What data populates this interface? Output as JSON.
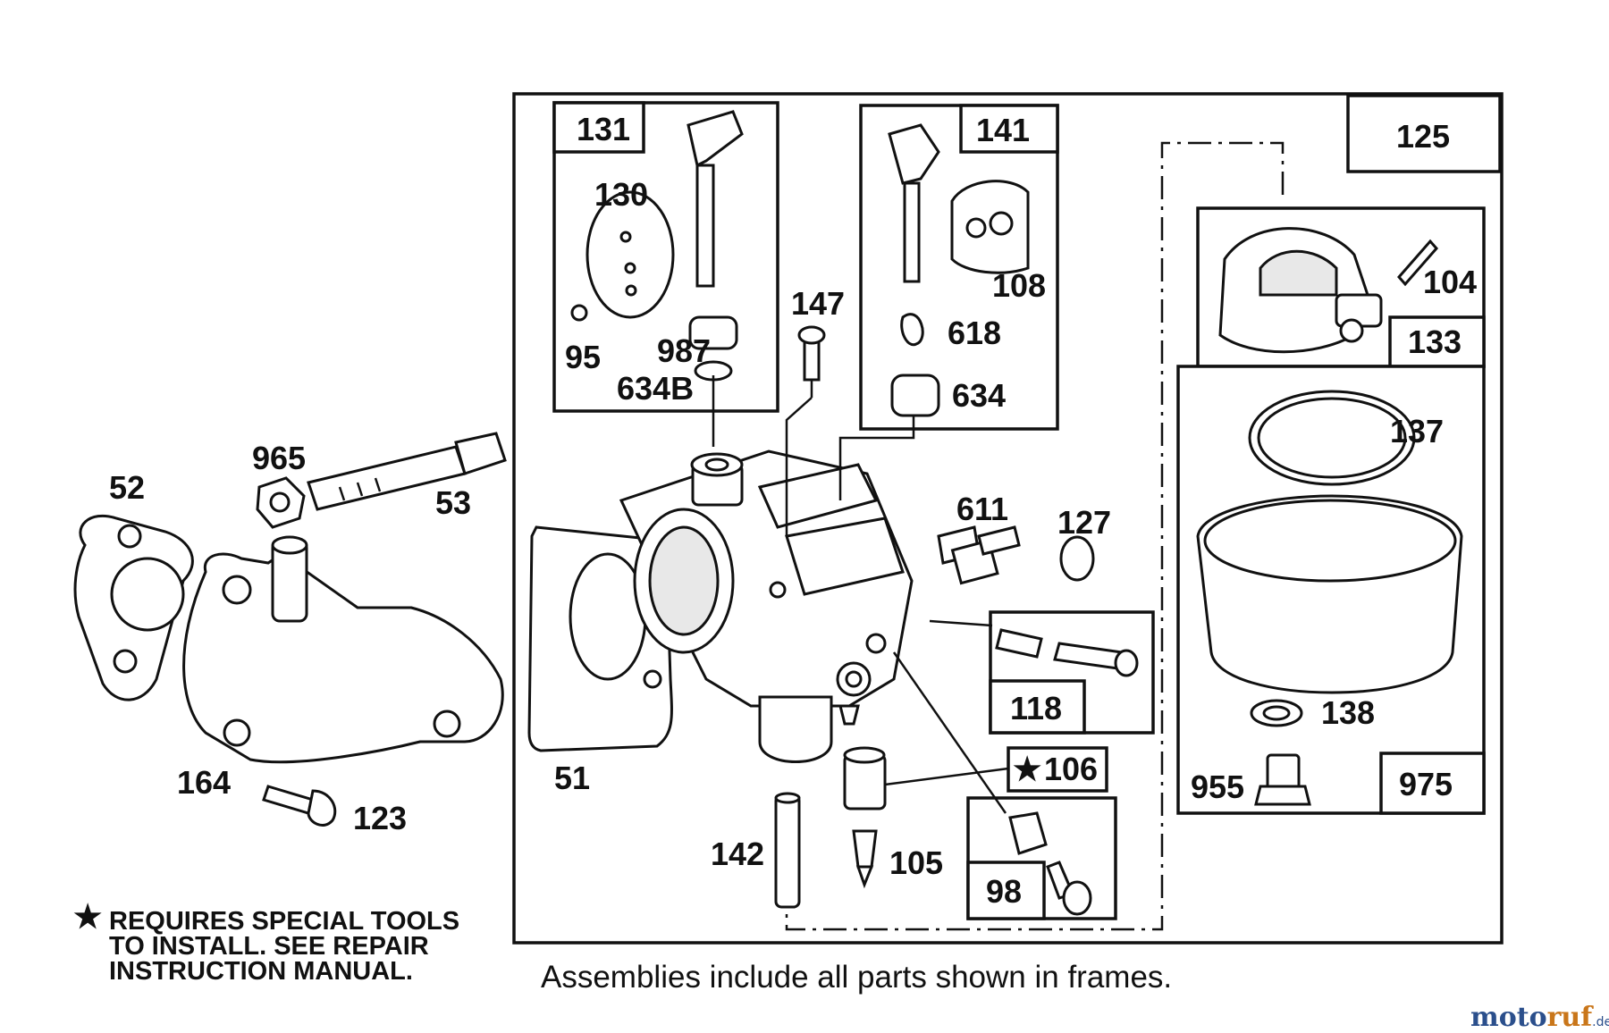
{
  "labels": {
    "p52": "52",
    "p965": "965",
    "p53": "53",
    "p164": "164",
    "p123": "123",
    "p51": "51",
    "p131": "131",
    "p130": "130",
    "p95": "95",
    "p987": "987",
    "p634b": "634B",
    "p141": "141",
    "p108": "108",
    "p618": "618",
    "p634": "634",
    "p147": "147",
    "p611": "611",
    "p127": "127",
    "p118": "118",
    "p106": "106",
    "p98": "98",
    "p142": "142",
    "p105": "105",
    "p125": "125",
    "p104": "104",
    "p133": "133",
    "p137": "137",
    "p138": "138",
    "p955": "955",
    "p975": "975"
  },
  "special_tool_marker": "★",
  "note": {
    "line1": "REQUIRES SPECIAL TOOLS",
    "line2": "TO INSTALL.  SEE REPAIR",
    "line3": "INSTRUCTION MANUAL."
  },
  "caption": "Assemblies include all parts shown in frames.",
  "watermark": {
    "part1": "moto",
    "part2": "ruf",
    "suffix": ".de"
  }
}
